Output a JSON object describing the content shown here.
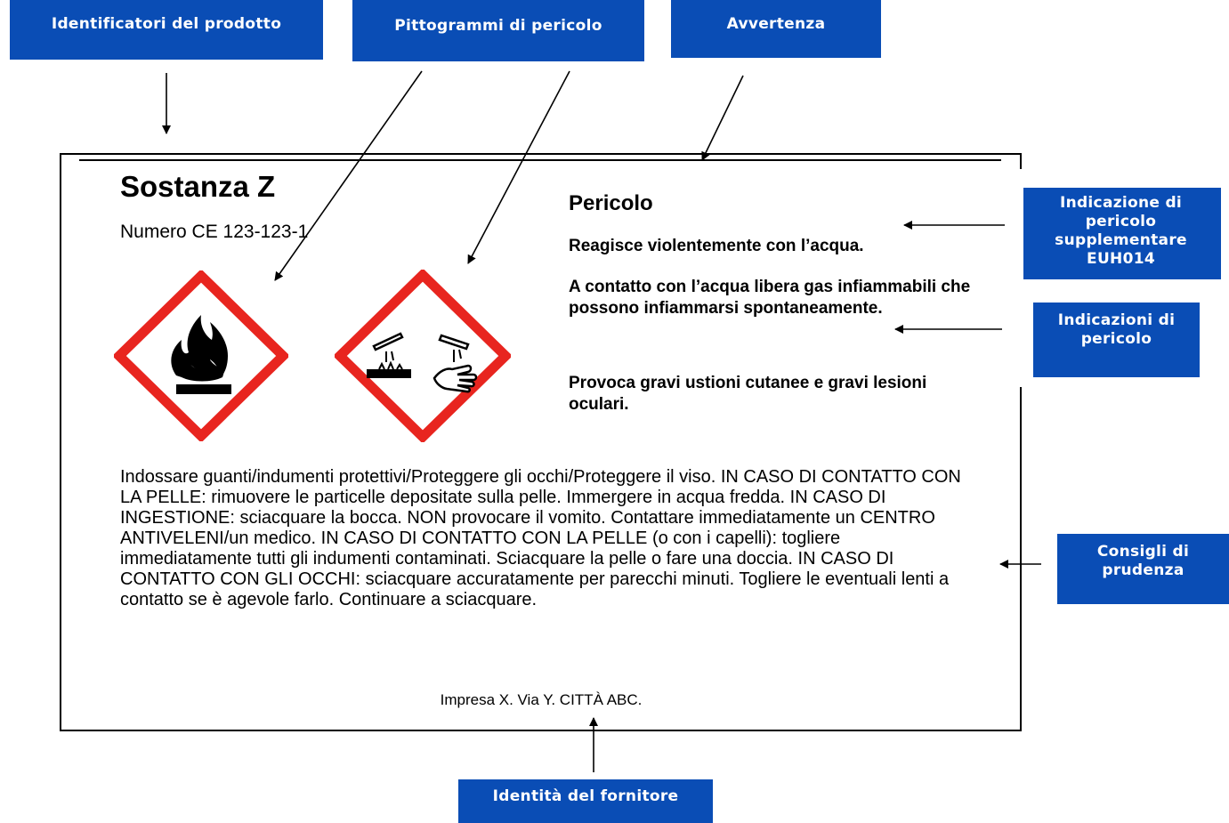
{
  "callouts": {
    "product_identifiers": "Identificatori del prodotto",
    "pictograms": "Pittogrammi di pericolo",
    "signal_word": "Avvertenza",
    "supplementary_hazard": [
      "Indicazione di",
      "pericolo",
      "supplementare",
      "EUH014"
    ],
    "hazard_statements": [
      "Indicazioni di",
      "pericolo"
    ],
    "precautionary": [
      "Consigli di",
      "prudenza"
    ],
    "supplier_identity": "Identità del fornitore"
  },
  "label": {
    "product_name": "Sostanza Z",
    "ec_number": "Numero CE 123-123-1",
    "signal_word": "Pericolo",
    "supplementary_statement": "Reagisce violentemente con l’acqua.",
    "hazard_statements": [
      "A contatto con l’acqua libera gas infiammabili che possono infiammarsi spontaneamente.",
      "Provoca gravi ustioni cutanee e gravi lesioni oculari."
    ],
    "precautionary_text": "Indossare guanti/indumenti protettivi/Proteggere gli occhi/Proteggere il viso. IN CASO DI CONTATTO CON LA PELLE: rimuovere le particelle depositate sulla pelle. Immergere in acqua fredda. IN CASO DI INGESTIONE: sciacquare la bocca. NON provocare il vomito. Contattare immediatamente un CENTRO ANTIVELENI/un medico. IN CASO DI CONTATTO CON LA PELLE (o con i capelli): togliere immediatamente tutti gli indumenti contaminati. Sciacquare la pelle o fare una doccia. IN CASO DI CONTATTO CON GLI OCCHI: sciacquare accuratamente per parecchi minuti. Togliere le eventuali lenti a contatto se è agevole farlo. Continuare a sciacquare.",
    "supplier": "Impresa X. Via Y. CITTÀ ABC."
  },
  "pictograms": [
    {
      "icon": "flame-pictogram-icon"
    },
    {
      "icon": "corrosion-pictogram-icon"
    }
  ],
  "colors": {
    "callout_bg": "#0a4db5",
    "callout_text": "#ffffff",
    "pictogram_border": "#e8251f"
  }
}
